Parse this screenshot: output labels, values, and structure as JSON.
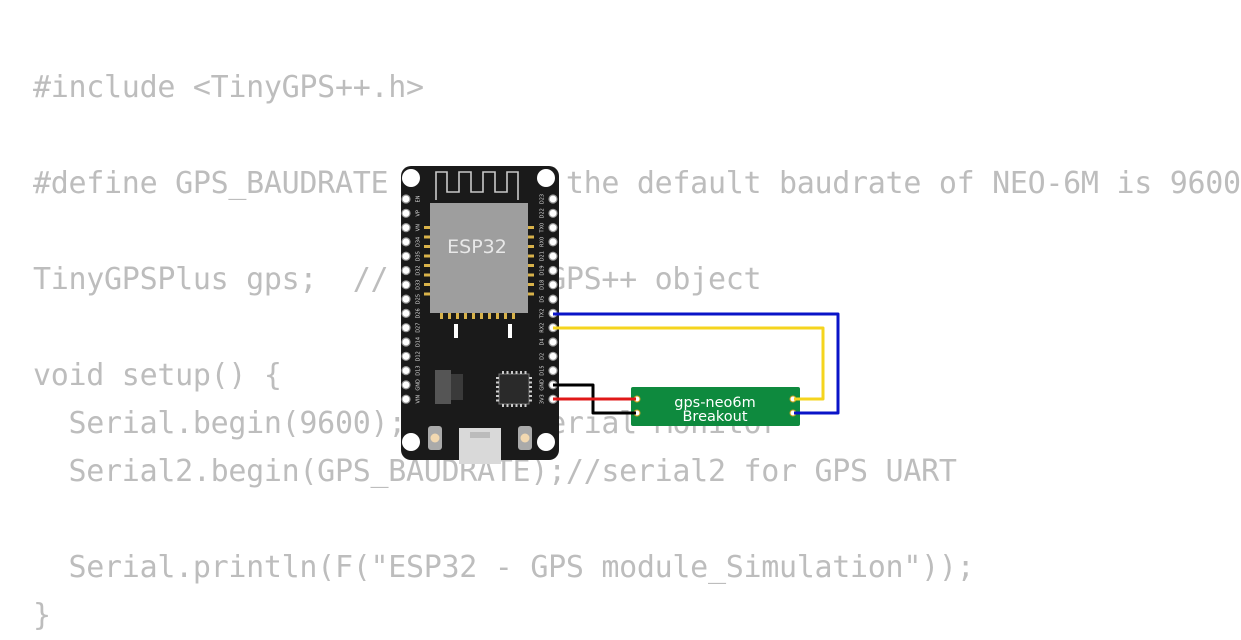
{
  "code": {
    "text_color": "#bdbdbd",
    "lines": [
      "#include <TinyGPS++.h>",
      "",
      "#define GPS_BAUDRATE 9600  // the default baudrate of NEO-6M is 9600",
      "",
      "TinyGPSPlus gps;  // the TinyGPS++ object",
      "",
      "void setup() {",
      "  Serial.begin(9600); //for Serial Monitor",
      "  Serial2.begin(GPS_BAUDRATE);//serial2 for GPS UART",
      "",
      "  Serial.println(F(\"ESP32 - GPS module_Simulation\"));",
      "}"
    ]
  },
  "esp32": {
    "chip_label": "ESP32",
    "board_color": "#1a1a1a",
    "module_color": "#9e9e9e",
    "left_pins": [
      "EN",
      "VP",
      "VN",
      "D34",
      "D35",
      "D32",
      "D33",
      "D25",
      "D26",
      "D27",
      "D14",
      "D12",
      "D13",
      "GND",
      "VIN"
    ],
    "right_pins": [
      "D23",
      "D22",
      "TX0",
      "RX0",
      "D21",
      "D19",
      "D18",
      "D5",
      "TX2",
      "RX2",
      "D4",
      "D2",
      "D15",
      "GND",
      "3V3"
    ]
  },
  "gps": {
    "label_line1": "gps-neo6m",
    "label_line2": "Breakout",
    "board_color": "#0e8a3e"
  },
  "wires": {
    "blue": "#0a14c8",
    "yellow": "#f5d41e",
    "black": "#000000",
    "red": "#e01818"
  }
}
